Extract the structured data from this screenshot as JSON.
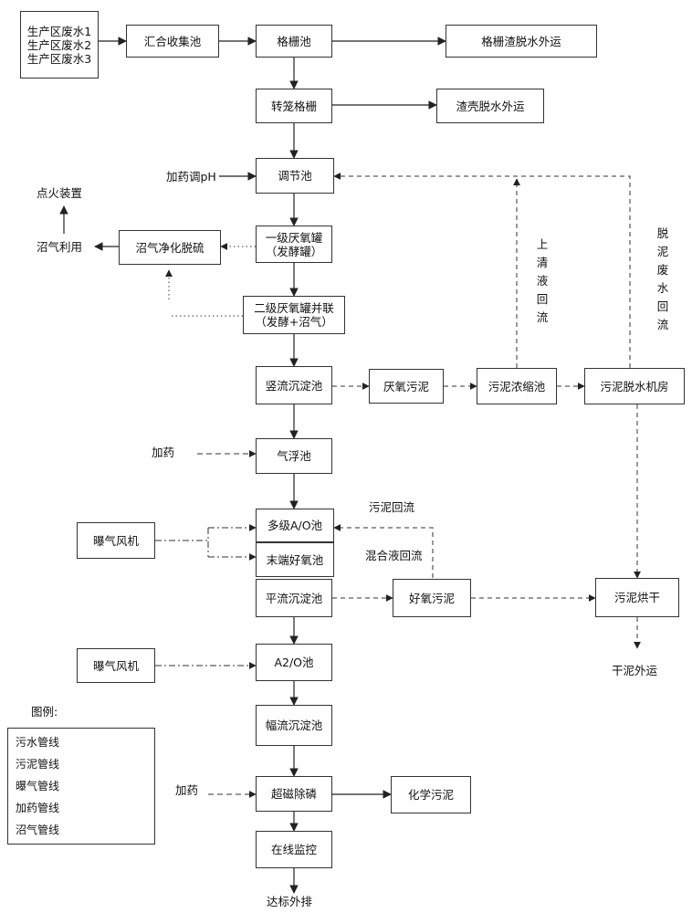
{
  "nodes": {
    "wastewater_source": {
      "lines": [
        "生产区废水1",
        "生产区废水2",
        "生产区废水3"
      ]
    },
    "collection_tank": {
      "lines": [
        "汇合收集池"
      ]
    },
    "grille_tank": {
      "lines": [
        "格栅池"
      ]
    },
    "grille_residue": {
      "lines": [
        "格栅渣脱水外运"
      ]
    },
    "rotary_grille": {
      "lines": [
        "转笼格栅"
      ]
    },
    "shell_residue": {
      "lines": [
        "渣壳脱水外运"
      ]
    },
    "regulating_tank": {
      "lines": [
        "调节池"
      ]
    },
    "anaerobic_1": {
      "lines": [
        "一级厌氧罐",
        "（发酵罐）"
      ]
    },
    "biogas_purify": {
      "lines": [
        "沼气净化脱硫"
      ]
    },
    "anaerobic_2": {
      "lines": [
        "二级厌氧罐并联",
        "（发酵+沼气）"
      ]
    },
    "vertical_settler": {
      "lines": [
        "竖流沉淀池"
      ]
    },
    "anaerobic_sludge": {
      "lines": [
        "厌氧污泥"
      ]
    },
    "sludge_thickener": {
      "lines": [
        "污泥浓缩池"
      ]
    },
    "sludge_dewater_room": {
      "lines": [
        "污泥脱水机房"
      ]
    },
    "air_flotation": {
      "lines": [
        "气浮池"
      ]
    },
    "multi_ao": {
      "lines": [
        "多级A/O池"
      ]
    },
    "end_aerobic": {
      "lines": [
        "末端好氧池"
      ]
    },
    "horizontal_settler": {
      "lines": [
        "平流沉淀池"
      ]
    },
    "aerobic_sludge": {
      "lines": [
        "好氧污泥"
      ]
    },
    "sludge_dryer": {
      "lines": [
        "污泥烘干"
      ]
    },
    "aeration_fan_1": {
      "lines": [
        "曝气风机"
      ]
    },
    "aeration_fan_2": {
      "lines": [
        "曝气风机"
      ]
    },
    "a2o_tank": {
      "lines": [
        "A2/O池"
      ]
    },
    "cap_settler": {
      "lines": [
        "幅流沉淀池"
      ]
    },
    "magnetic_p_removal": {
      "lines": [
        "超磁除磷"
      ]
    },
    "chemical_sludge": {
      "lines": [
        "化学污泥"
      ]
    },
    "online_monitor": {
      "lines": [
        "在线监控"
      ]
    }
  },
  "labels": {
    "dosing_ph": "加药调pH",
    "ignition": "点火装置",
    "biogas_use": "沼气利用",
    "dosing_1": "加药",
    "dosing_2": "加药",
    "sludge_return": "污泥回流",
    "mixed_return": "混合液回流",
    "dry_sludge": "干泥外运",
    "discharge": "达标外排",
    "supernatant_return": "上清液回流",
    "dewater_return": "脱泥废水回流",
    "legend_title": "图例:"
  },
  "legend": [
    {
      "label": "污水管线",
      "style": "sewage"
    },
    {
      "label": "污泥管线",
      "style": "sludge"
    },
    {
      "label": "曝气管线",
      "style": "aeration"
    },
    {
      "label": "加药管线",
      "style": "dosing"
    },
    {
      "label": "沼气管线",
      "style": "biogas"
    }
  ],
  "colors": {
    "line": "#333333",
    "text": "#111111"
  }
}
